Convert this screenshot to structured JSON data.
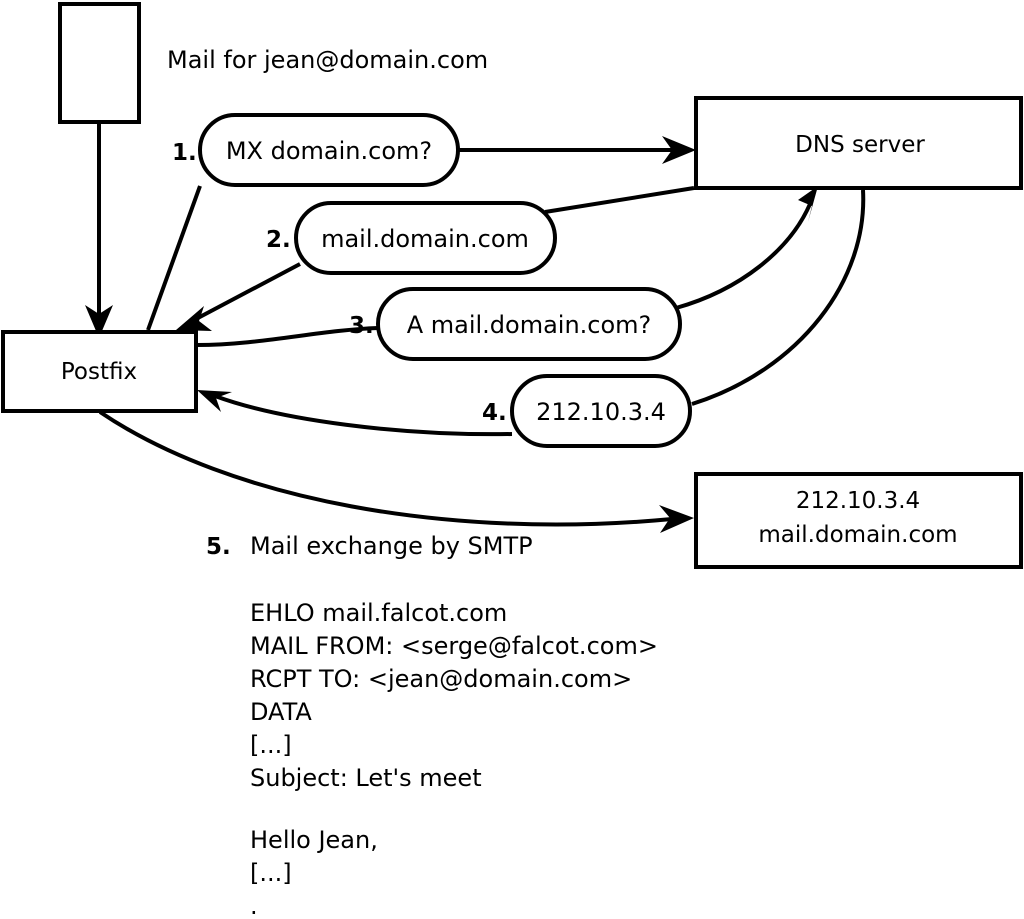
{
  "diagram": {
    "title_caption": "Mail for jean@domain.com",
    "nodes": {
      "client": {
        "label": ""
      },
      "postfix": {
        "label": "Postfix"
      },
      "dns": {
        "label": "DNS server"
      },
      "mailserver": {
        "line1": "212.10.3.4",
        "line2": "mail.domain.com"
      }
    },
    "steps": [
      {
        "number": "1.",
        "label": "MX domain.com?"
      },
      {
        "number": "2.",
        "label": "mail.domain.com"
      },
      {
        "number": "3.",
        "label": "A mail.domain.com?"
      },
      {
        "number": "4.",
        "label": "212.10.3.4"
      }
    ],
    "step5": {
      "number": "5.",
      "label": "Mail exchange by SMTP"
    },
    "smtp_transcript": [
      "EHLO mail.falcot.com",
      "MAIL FROM: <serge@falcot.com>",
      "RCPT TO: <jean@domain.com>",
      "DATA",
      "[...]",
      "Subject: Let's meet",
      "",
      "Hello Jean,",
      "[...]",
      "."
    ],
    "colors": {
      "stroke": "#000000",
      "fill": "#ffffff"
    }
  }
}
